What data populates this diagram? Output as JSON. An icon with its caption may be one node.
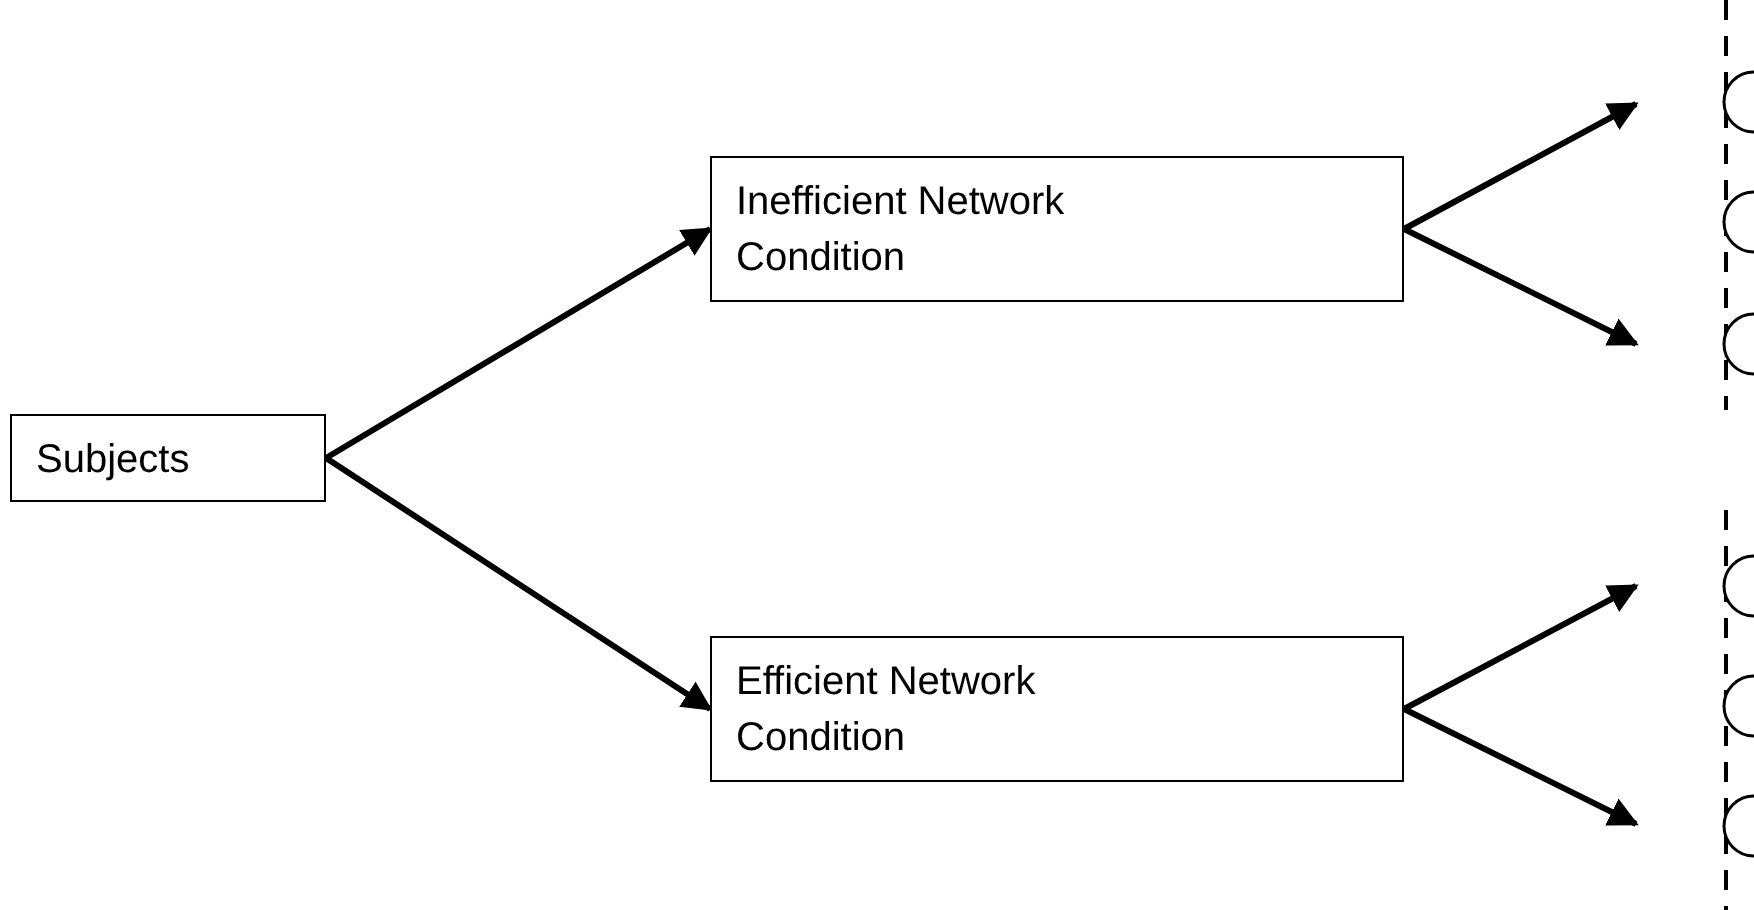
{
  "diagram": {
    "nodes": [
      {
        "text": [
          "Subjects"
        ]
      },
      {
        "text": [
          "Inefficient Network Condition"
        ]
      },
      {
        "text": [
          "Efficient Network Condition"
        ]
      }
    ],
    "edges": [
      {
        "from": 0,
        "to": 1,
        "arrow": "to"
      },
      {
        "from": 0,
        "to": 2,
        "arrow": "to"
      },
      {
        "from": 1,
        "to": null,
        "arrow": "to"
      },
      {
        "from": 1,
        "to": null,
        "arrow": "to"
      },
      {
        "from": 2,
        "to": null,
        "arrow": "to"
      },
      {
        "from": 2,
        "to": null,
        "arrow": "to"
      }
    ]
  }
}
